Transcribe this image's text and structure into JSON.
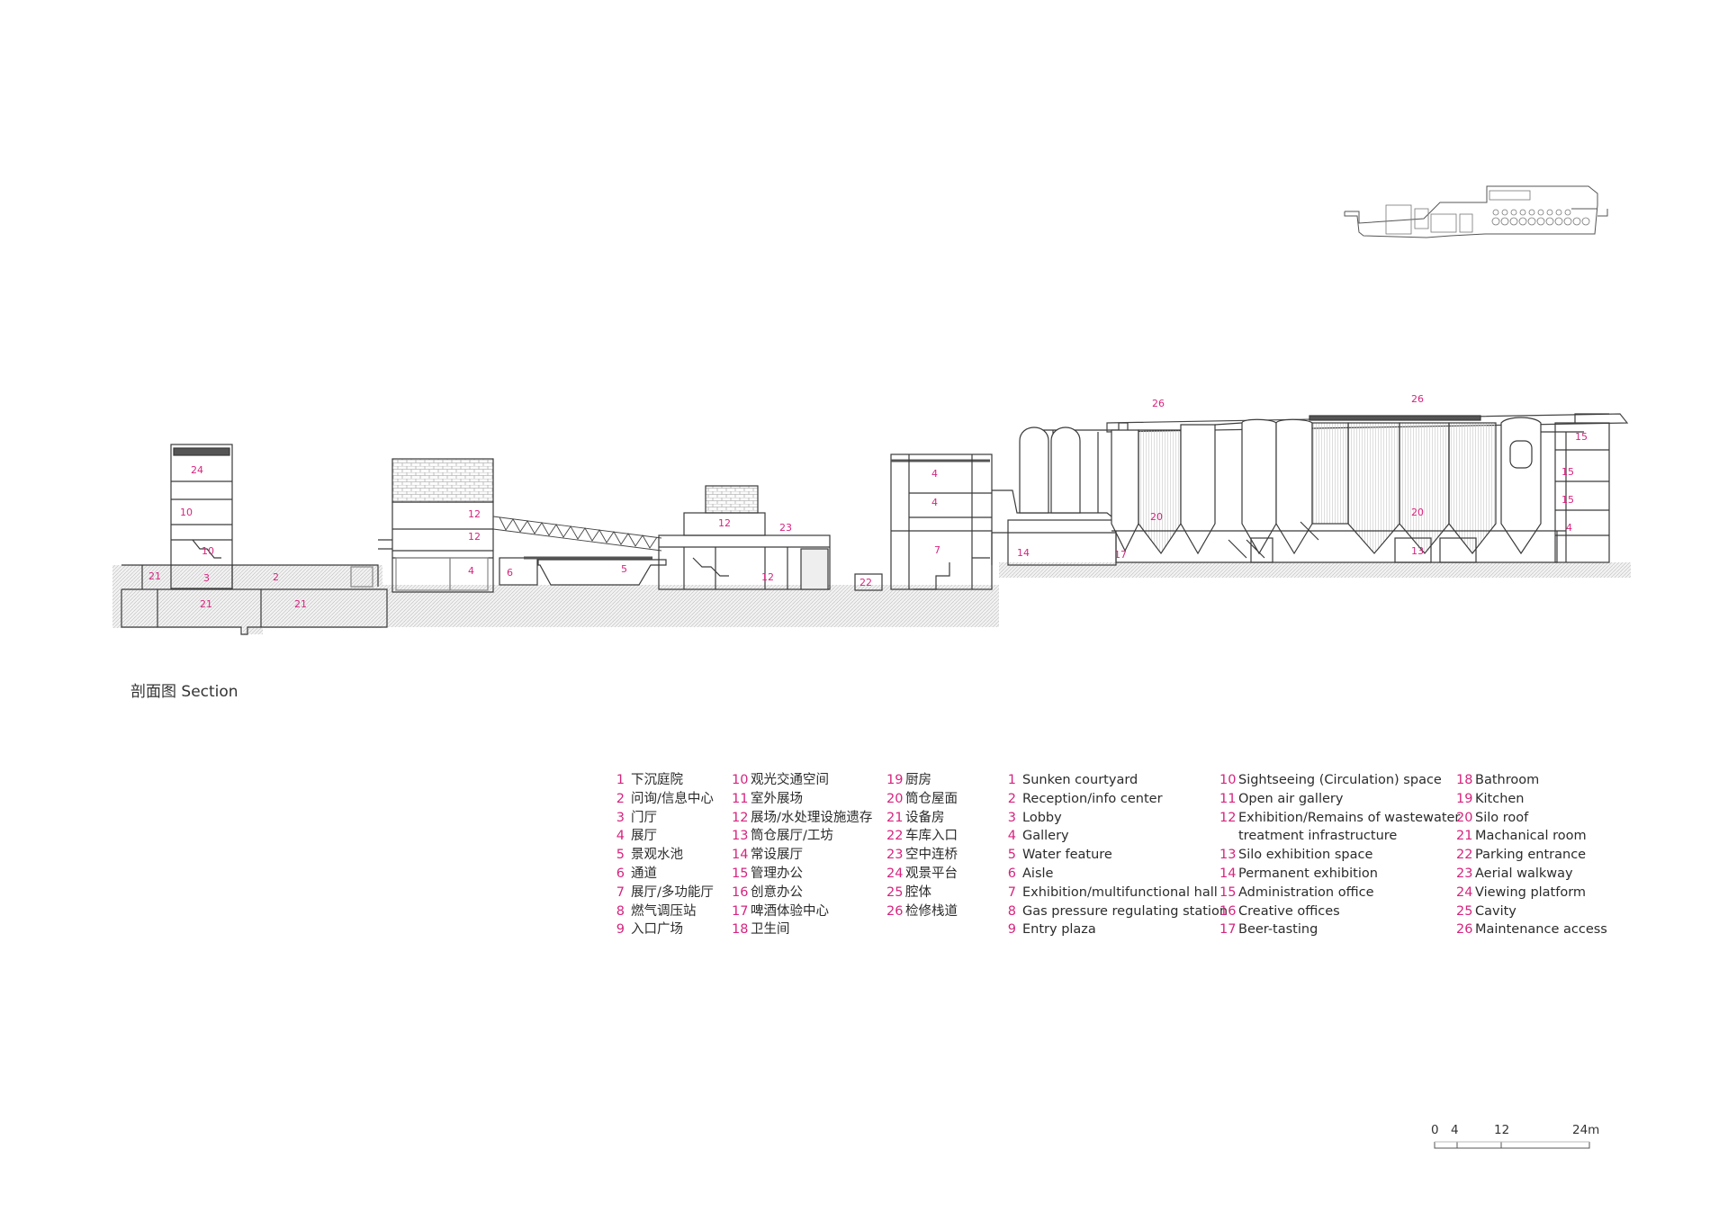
{
  "title": "剖面图 Section",
  "colors": {
    "accent": "#d6247e",
    "line": "#3a3a3a",
    "ground": "#e6e6e6"
  },
  "section_marks": [
    {
      "id": "m24a",
      "label": "24"
    },
    {
      "id": "m10a",
      "label": "10"
    },
    {
      "id": "m10b",
      "label": "10"
    },
    {
      "id": "m21a",
      "label": "21"
    },
    {
      "id": "m3",
      "label": "3"
    },
    {
      "id": "m2",
      "label": "2"
    },
    {
      "id": "m21b",
      "label": "21"
    },
    {
      "id": "m21c",
      "label": "21"
    },
    {
      "id": "m12a",
      "label": "12"
    },
    {
      "id": "m12b",
      "label": "12"
    },
    {
      "id": "m4a",
      "label": "4"
    },
    {
      "id": "m6",
      "label": "6"
    },
    {
      "id": "m5",
      "label": "5"
    },
    {
      "id": "m12c",
      "label": "12"
    },
    {
      "id": "m23",
      "label": "23"
    },
    {
      "id": "m12d",
      "label": "12"
    },
    {
      "id": "m22",
      "label": "22"
    },
    {
      "id": "m4b",
      "label": "4"
    },
    {
      "id": "m4c",
      "label": "4"
    },
    {
      "id": "m7",
      "label": "7"
    },
    {
      "id": "m14",
      "label": "14"
    },
    {
      "id": "m26a",
      "label": "26"
    },
    {
      "id": "m26b",
      "label": "26"
    },
    {
      "id": "m20a",
      "label": "20"
    },
    {
      "id": "m17",
      "label": "17"
    },
    {
      "id": "m20b",
      "label": "20"
    },
    {
      "id": "m13",
      "label": "13"
    },
    {
      "id": "m15a",
      "label": "15"
    },
    {
      "id": "m15b",
      "label": "15"
    },
    {
      "id": "m15c",
      "label": "15"
    },
    {
      "id": "m4d",
      "label": "4"
    }
  ],
  "legend_cn_1": [
    {
      "num": "1",
      "text": "下沉庭院"
    },
    {
      "num": "2",
      "text": "问询/信息中心"
    },
    {
      "num": "3",
      "text": "门厅"
    },
    {
      "num": "4",
      "text": "展厅"
    },
    {
      "num": "5",
      "text": "景观水池"
    },
    {
      "num": "6",
      "text": "通道"
    },
    {
      "num": "7",
      "text": "展厅/多功能厅"
    },
    {
      "num": "8",
      "text": "燃气调压站"
    },
    {
      "num": "9",
      "text": "入口广场"
    }
  ],
  "legend_cn_2": [
    {
      "num": "10",
      "text": "观光交通空间"
    },
    {
      "num": "11",
      "text": "室外展场"
    },
    {
      "num": "12",
      "text": "展场/水处理设施遗存"
    },
    {
      "num": "13",
      "text": "筒仓展厅/工坊"
    },
    {
      "num": "14",
      "text": "常设展厅"
    },
    {
      "num": "15",
      "text": "管理办公"
    },
    {
      "num": "16",
      "text": "创意办公"
    },
    {
      "num": "17",
      "text": "啤酒体验中心"
    },
    {
      "num": "18",
      "text": "卫生间"
    }
  ],
  "legend_cn_3": [
    {
      "num": "19",
      "text": "厨房"
    },
    {
      "num": "20",
      "text": "筒仓屋面"
    },
    {
      "num": "21",
      "text": "设备房"
    },
    {
      "num": "22",
      "text": "车库入口"
    },
    {
      "num": "23",
      "text": "空中连桥"
    },
    {
      "num": "24",
      "text": "观景平台"
    },
    {
      "num": "25",
      "text": "腔体"
    },
    {
      "num": "26",
      "text": "检修栈道"
    }
  ],
  "legend_en_1": [
    {
      "num": "1",
      "text": "Sunken courtyard"
    },
    {
      "num": "2",
      "text": "Reception/info center"
    },
    {
      "num": "3",
      "text": "Lobby"
    },
    {
      "num": "4",
      "text": "Gallery"
    },
    {
      "num": "5",
      "text": "Water feature"
    },
    {
      "num": "6",
      "text": "Aisle"
    },
    {
      "num": "7",
      "text": "Exhibition/multifunctional hall"
    },
    {
      "num": "8",
      "text": "Gas pressure regulating station"
    },
    {
      "num": "9",
      "text": "Entry plaza"
    }
  ],
  "legend_en_2": [
    {
      "num": "10",
      "text": "Sightseeing (Circulation) space"
    },
    {
      "num": "11",
      "text": "Open air gallery"
    },
    {
      "num": "12",
      "text": "Exhibition/Remains of wastewater"
    },
    {
      "num": "",
      "text": "treatment infrastructure"
    },
    {
      "num": "13",
      "text": "Silo exhibition space"
    },
    {
      "num": "14",
      "text": "Permanent exhibition"
    },
    {
      "num": "15",
      "text": "Administration office"
    },
    {
      "num": "16",
      "text": "Creative offices"
    },
    {
      "num": "17",
      "text": "Beer-tasting"
    }
  ],
  "legend_en_3": [
    {
      "num": "18",
      "text": "Bathroom"
    },
    {
      "num": "19",
      "text": "Kitchen"
    },
    {
      "num": "20",
      "text": "Silo roof"
    },
    {
      "num": "21",
      "text": "Machanical room"
    },
    {
      "num": "22",
      "text": "Parking entrance"
    },
    {
      "num": "23",
      "text": "Aerial walkway"
    },
    {
      "num": "24",
      "text": "Viewing platform"
    },
    {
      "num": "25",
      "text": "Cavity"
    },
    {
      "num": "26",
      "text": "Maintenance access"
    }
  ],
  "scale_bar": {
    "labels": [
      "0",
      "4",
      "12",
      "24m"
    ]
  }
}
